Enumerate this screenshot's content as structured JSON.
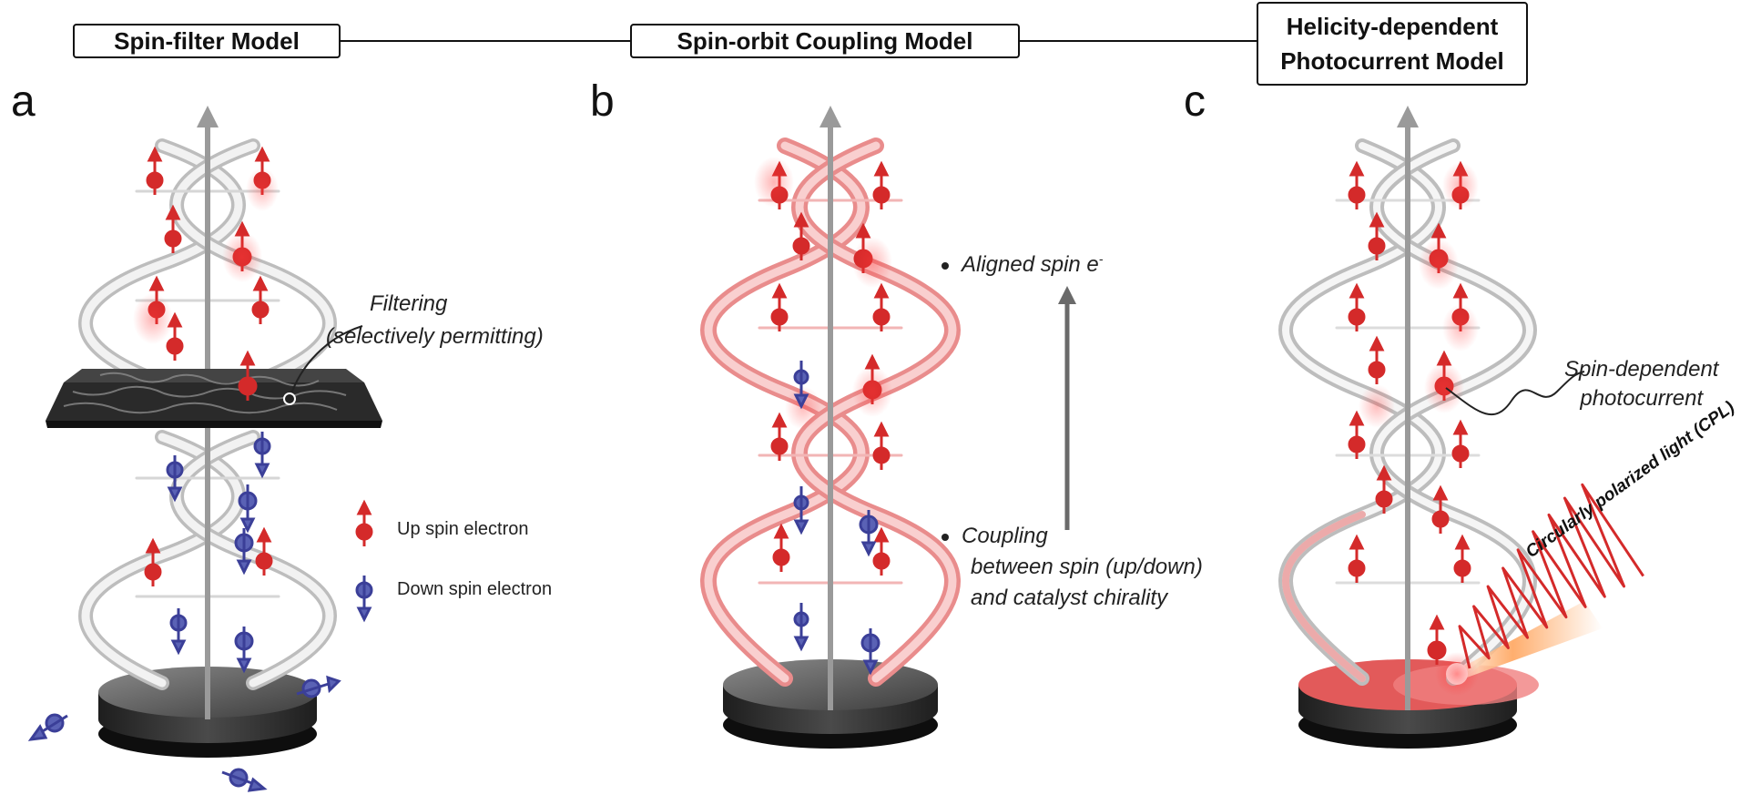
{
  "header": {
    "models": [
      {
        "lines": [
          "Spin-filter Model"
        ]
      },
      {
        "lines": [
          "Spin-orbit Coupling Model"
        ]
      },
      {
        "lines": [
          "Helicity-dependent",
          "Photocurrent Model"
        ]
      }
    ]
  },
  "panels": {
    "a": {
      "letter": "a",
      "filter_label_1": "Filtering",
      "filter_label_2": "(selectively permitting)",
      "legend": {
        "up": "Up spin electron",
        "down": "Down spin electron"
      }
    },
    "b": {
      "letter": "b",
      "aligned": "Aligned spin e",
      "aligned_sup": "-",
      "coupling": [
        "Coupling",
        "between spin (up/down)",
        "and catalyst chirality"
      ]
    },
    "c": {
      "letter": "c",
      "photocurrent": [
        "Spin-dependent",
        "photocurrent"
      ],
      "cpl": "Circularly polarized light (CPL)"
    }
  },
  "colors": {
    "up_spin": "#d42a2a",
    "down_spin": "#3b3f98",
    "helix": "#e6e6e6",
    "helix_red": "#f2a5a5",
    "axis": "#9a9a9a",
    "base": "#3a3a3a",
    "filter": "#3c3c3c"
  }
}
